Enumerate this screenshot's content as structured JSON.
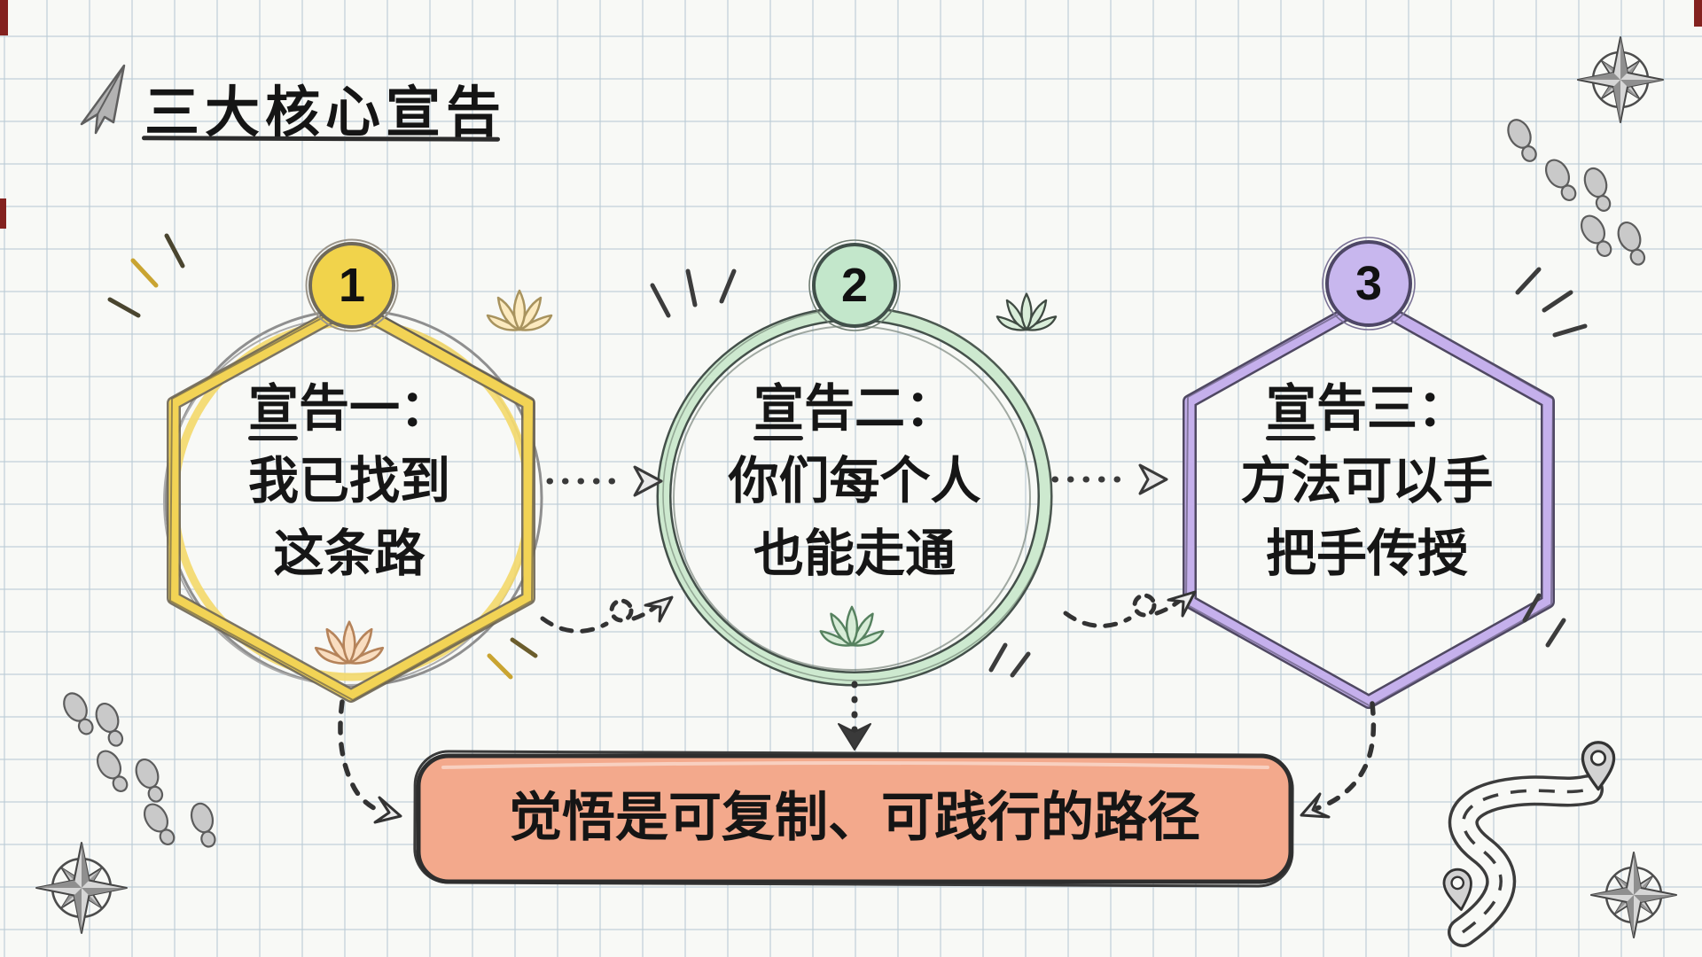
{
  "page": {
    "title": "三大核心宣告"
  },
  "colors": {
    "background": "#f8f9f6",
    "grid": "#b9cad6",
    "ink": "#2e2e2e",
    "pencil": "#9a9a9a",
    "declaration1_accent": "#f2d355",
    "declaration2_accent": "#cde9cf",
    "declaration3_accent": "#c5b0ec",
    "conclusion_fill": "#f3a98c"
  },
  "declarations": [
    {
      "number": "1",
      "shape": "hexagon",
      "accent": "#f2d355",
      "badge_fill": "#f1d34b",
      "line1": "宣告一：",
      "line2": "我已找到",
      "line3": "这条路"
    },
    {
      "number": "2",
      "shape": "circle",
      "accent": "#cde9cf",
      "badge_fill": "#c3e7cb",
      "line1": "宣告二：",
      "line2": "你们每个人",
      "line3": "也能走通"
    },
    {
      "number": "3",
      "shape": "hexagon",
      "accent": "#c5b0ec",
      "badge_fill": "#c8b7ee",
      "line1": "宣告三：",
      "line2": "方法可以手",
      "line3": "把手传授"
    }
  ],
  "conclusion": {
    "text": "觉悟是可复制、可践行的路径",
    "fill": "#f3a98c"
  },
  "icons": {
    "paper_plane": "paper-plane sketch arrow, grey pencil",
    "lotus": "lotus flower, 5 petals outline",
    "compass": "8-point compass rose, grey sketch",
    "footprints": "shoe-print trail, grey hatch",
    "winding_road": "S-curved road with dashed centerline",
    "location_pin": "map location pin"
  }
}
